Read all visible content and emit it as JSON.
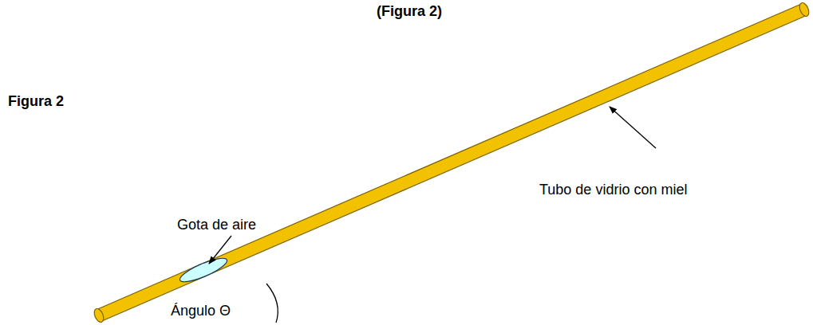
{
  "diagram": {
    "labels": [
      "(Figura 2)",
      "Figura 2",
      "Gota de aire",
      "Tubo de vidrio con miel",
      "Ángulo Θ"
    ]
  }
}
